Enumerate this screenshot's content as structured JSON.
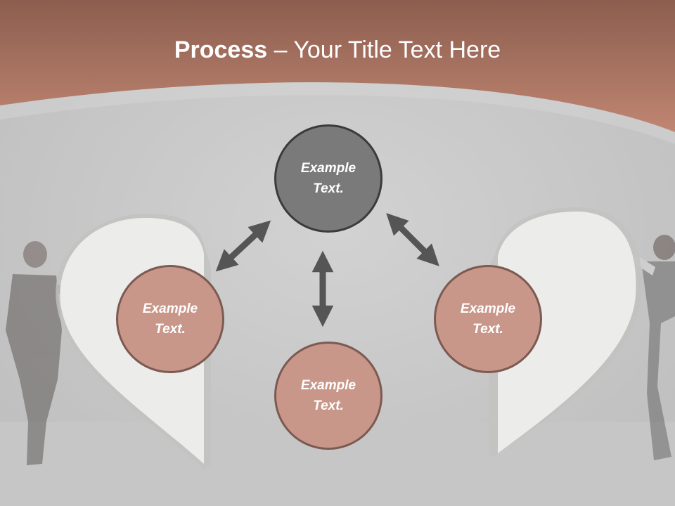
{
  "title": {
    "bold": "Process",
    "rest": " – Your Title Text Here"
  },
  "colors": {
    "header": "#b97c69",
    "header_dark": "#8f5c4c",
    "node_primary": "#7a7a7a",
    "node_secondary": "#c9978a",
    "arrow": "#555555",
    "heart": "#ececea"
  },
  "nodes": [
    {
      "id": "top",
      "line1": "Example",
      "line2": "Text."
    },
    {
      "id": "left",
      "line1": "Example",
      "line2": "Text."
    },
    {
      "id": "right",
      "line1": "Example",
      "line2": "Text."
    },
    {
      "id": "bottom",
      "line1": "Example",
      "line2": "Text."
    }
  ]
}
